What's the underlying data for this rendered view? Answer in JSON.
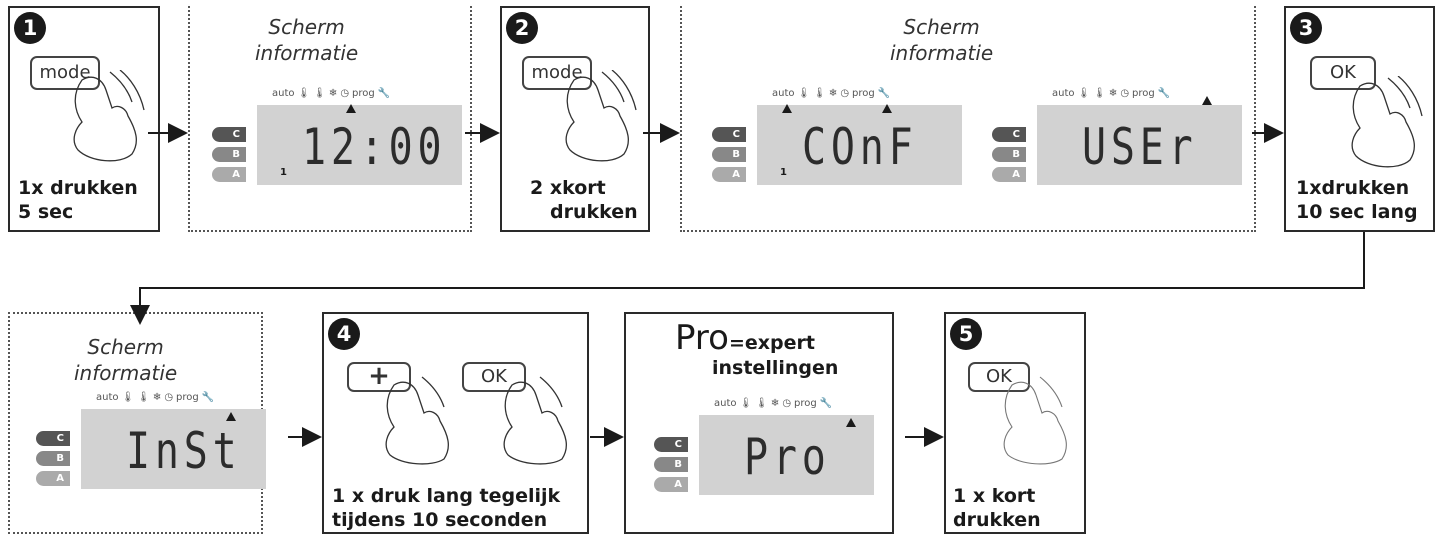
{
  "steps": {
    "s1": {
      "number": "1",
      "button": "mode",
      "label": "1x drukken\n5 sec"
    },
    "s2": {
      "number": "2",
      "button": "mode",
      "label_line1": "2 xkort",
      "label_line2": "drukken"
    },
    "s3": {
      "number": "3",
      "button": "OK",
      "label": "1xdrukken\n10 sec lang"
    },
    "s4": {
      "number": "4",
      "button_plus": "+",
      "button_ok": "OK",
      "label": "1 x druk lang tegelijk\ntijdens 10 seconden"
    },
    "s5": {
      "number": "5",
      "button": "OK",
      "label": "1 x kort\ndrukken"
    }
  },
  "info": {
    "info1": "Scherm\ninformatie",
    "info2": "Scherm\ninformatie",
    "info3": "Scherm\ninformatie"
  },
  "pro_title": {
    "big": "Pro",
    "small": "=expert",
    "line2": "instellingen"
  },
  "lcd_icons": {
    "auto": "auto",
    "snow": "❄",
    "clock": "◷",
    "prog": "prog",
    "wrench": "🔧"
  },
  "lcd_modes": {
    "c": "C",
    "b": "B",
    "a": "A"
  },
  "displays": {
    "d1": "12:00",
    "d2": "COnF",
    "d3": "USEr",
    "d4": "InSt",
    "d5": "Pro"
  },
  "small_one": "1"
}
